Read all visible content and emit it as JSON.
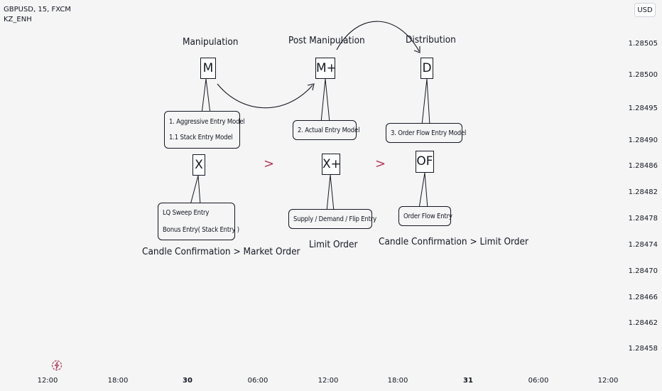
{
  "header": {
    "symbol": "GBPUSD, 15, FXCM",
    "indicator": "KZ_ENH"
  },
  "currency": "USD",
  "price_axis": [
    "1.28505",
    "1.28500",
    "1.28495",
    "1.28490",
    "1.28486",
    "1.28482",
    "1.28478",
    "1.28474",
    "1.28470",
    "1.28466",
    "1.28462",
    "1.28458"
  ],
  "time_axis": [
    "12:00",
    "18:00",
    "30",
    "06:00",
    "12:00",
    "18:00",
    "31",
    "06:00",
    "12:00"
  ],
  "phases": {
    "manipulation": {
      "title": "Manipulation",
      "letter": "M"
    },
    "post": {
      "title": "Post Manipulation",
      "letter": "M+"
    },
    "distribution": {
      "title": "Distribution",
      "letter": "D"
    }
  },
  "entries": {
    "x": "X",
    "xplus": "X+",
    "of": "OF"
  },
  "callouts": {
    "aggressive": [
      "1. Aggressive Entry Model",
      "1.1 Stack Entry Model"
    ],
    "actual": [
      "2. Actual Entry Model"
    ],
    "orderflow_model": [
      "3. Order Flow Entry Model"
    ],
    "lq": [
      "LQ Sweep Entry",
      "Bonus Entry( Stack Entry )"
    ],
    "supply": [
      "Supply / Demand / Flip Entry"
    ],
    "orderflow": [
      "Order Flow Entry"
    ]
  },
  "captions": {
    "left": "Candle Confirmation > Market Order",
    "mid": "Limit Order",
    "right": "Candle Confirmation > Limit Order"
  },
  "chevron": ">",
  "colors": {
    "accent": "#b03a5b",
    "ink": "#131722",
    "background": "#f5f5f5"
  }
}
